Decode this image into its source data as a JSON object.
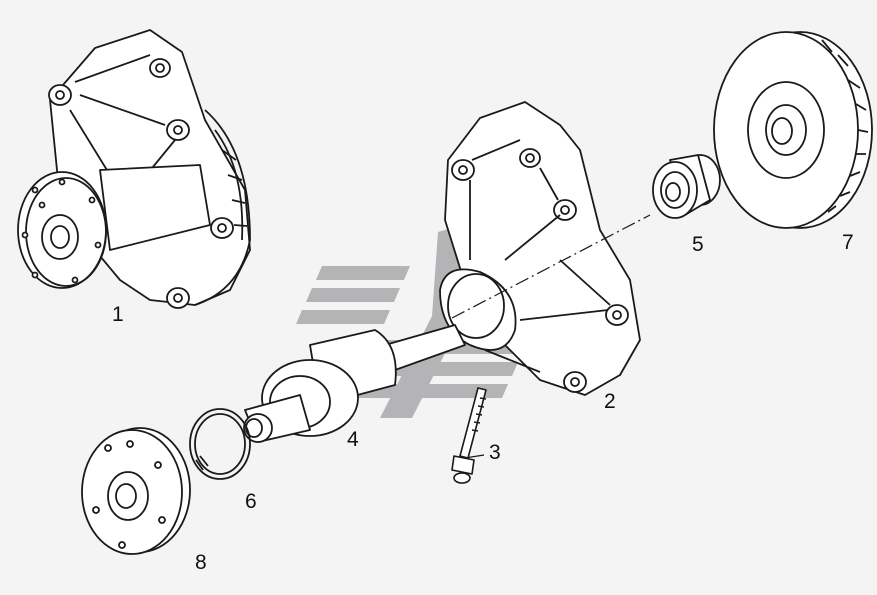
{
  "diagram": {
    "background": "#f4f4f4",
    "line_color": "#1a1a1a",
    "watermark_color": "#a9a9ad",
    "parts": [
      {
        "id": "water-pump-assembly",
        "callout": "1"
      },
      {
        "id": "pump-housing",
        "callout": "2"
      },
      {
        "id": "bolt",
        "callout": "3"
      },
      {
        "id": "shaft-bearing",
        "callout": "4"
      },
      {
        "id": "seal",
        "callout": "5"
      },
      {
        "id": "snap-ring",
        "callout": "6"
      },
      {
        "id": "impeller",
        "callout": "7"
      },
      {
        "id": "pulley-hub",
        "callout": "8"
      }
    ]
  }
}
